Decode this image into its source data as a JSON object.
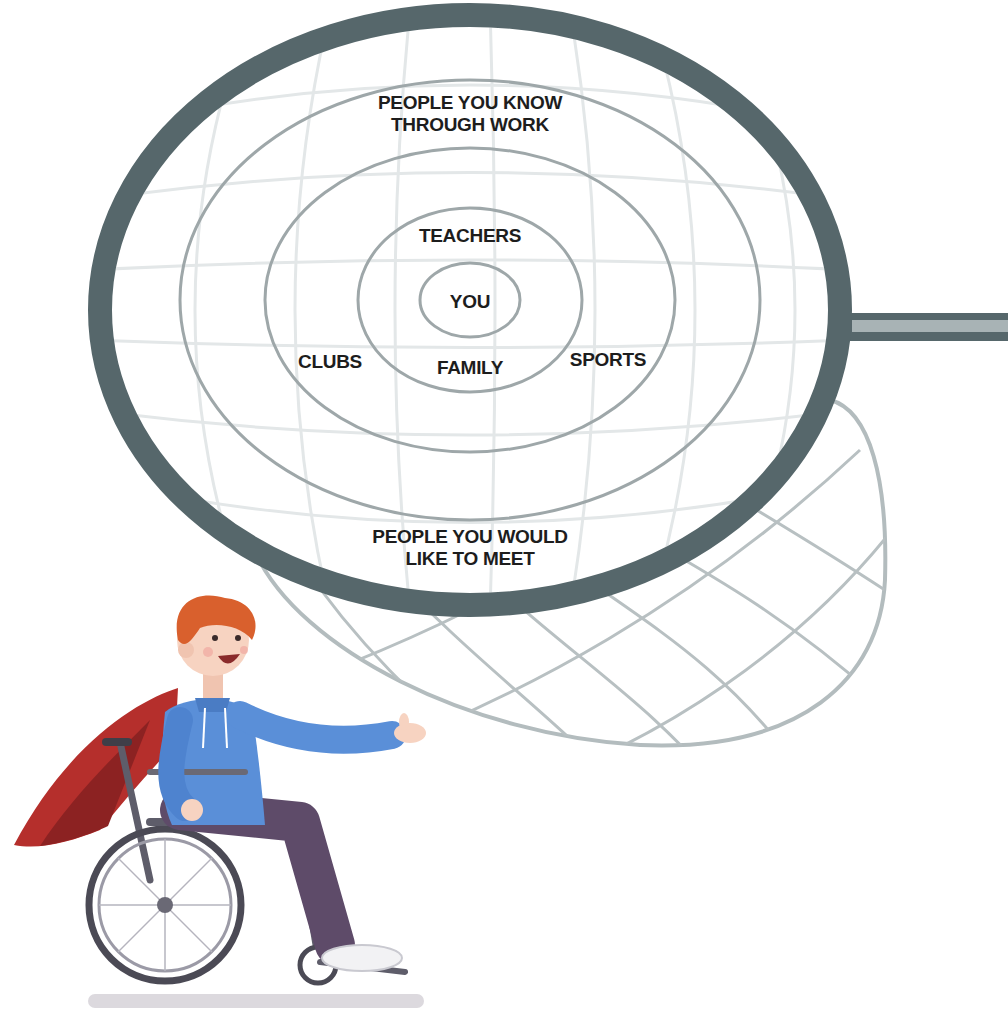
{
  "diagram": {
    "nodes": [
      {
        "text": [
          "PEOPLE YOU WOULD LIKE TO MEET"
        ]
      },
      {
        "text": [
          "PEOPLE YOU KNOW THROUGH WORK"
        ],
        "in": 0
      },
      {
        "text": [
          "CLUBS",
          "SPORTS"
        ],
        "in": 1
      },
      {
        "text": [
          "TEACHERS",
          "FAMILY"
        ],
        "in": 2
      },
      {
        "text": [
          "YOU"
        ],
        "in": 3
      }
    ]
  }
}
